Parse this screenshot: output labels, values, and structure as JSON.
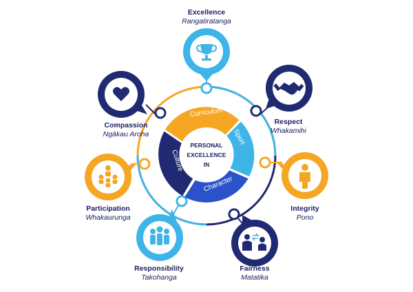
{
  "center": {
    "line1": "PERSONAL",
    "line2": "EXCELLENCE",
    "line3": "IN"
  },
  "segments": [
    {
      "label": "Curriculum",
      "color": "#f5a623"
    },
    {
      "label": "Sport",
      "color": "#3fb4e8"
    },
    {
      "label": "Character",
      "color": "#2b52c8"
    },
    {
      "label": "Culture",
      "color": "#1f2a72"
    }
  ],
  "values": [
    {
      "en": "Excellence",
      "mi": "Rangatiratanga",
      "color": "#3fb4e8",
      "icon": "trophy-icon"
    },
    {
      "en": "Respect",
      "mi": "Whakamihi",
      "color": "#1f2a72",
      "icon": "handshake-icon"
    },
    {
      "en": "Integrity",
      "mi": "Pono",
      "color": "#f5a623",
      "icon": "person-icon"
    },
    {
      "en": "Fairness",
      "mi": "Matatika",
      "color": "#1f2a72",
      "icon": "people-balance-icon"
    },
    {
      "en": "Responsibility",
      "mi": "Takohanga",
      "color": "#3fb4e8",
      "icon": "group-icon"
    },
    {
      "en": "Participation",
      "mi": "Whakaurunga",
      "color": "#f5a623",
      "icon": "team-icon"
    },
    {
      "en": "Compassion",
      "mi": "Ngākau Aroha",
      "color": "#1f2a72",
      "icon": "heart-icon"
    }
  ],
  "colors": {
    "navy": "#1f2a72",
    "sky": "#3fb4e8",
    "gold": "#f5a623",
    "royal": "#2b52c8"
  }
}
